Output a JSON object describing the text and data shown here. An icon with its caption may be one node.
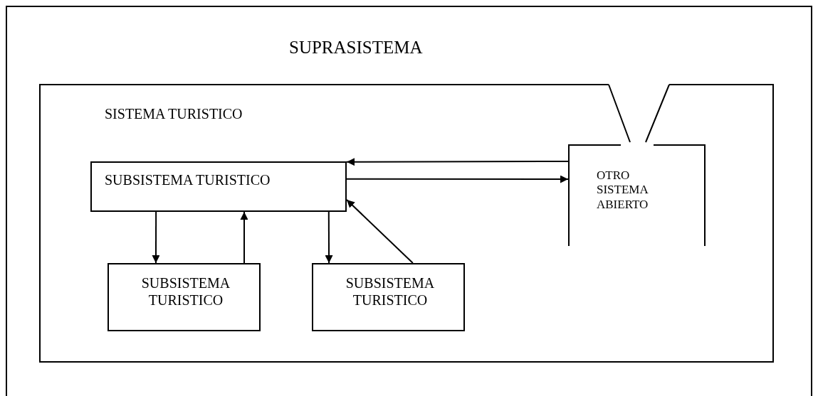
{
  "diagram": {
    "nodes": [
      {
        "text": [
          "SUPRASISTEMA"
        ]
      },
      {
        "text": [
          "SISTEMA TURISTICO"
        ],
        "in": 0
      },
      {
        "text": [
          "SUBSISTEMA TURISTICO"
        ],
        "in": 1
      },
      {
        "text": [
          "SUBSISTEMA TURISTICO"
        ],
        "in": 1
      },
      {
        "text": [
          "SUBSISTEMA TURISTICO"
        ],
        "in": 1
      },
      {
        "text": [
          "OTRO SISTEMA ABIERTO"
        ],
        "in": 1
      }
    ],
    "edges": [
      {
        "from": 5,
        "to": 2,
        "arrow": "to"
      },
      {
        "from": 2,
        "to": 5,
        "arrow": "to"
      },
      {
        "from": 2,
        "to": 3,
        "arrow": "to"
      },
      {
        "from": 3,
        "to": 2,
        "arrow": "to"
      },
      {
        "from": 2,
        "to": 4,
        "arrow": "to"
      },
      {
        "from": 4,
        "to": 2,
        "arrow": "to"
      }
    ]
  }
}
